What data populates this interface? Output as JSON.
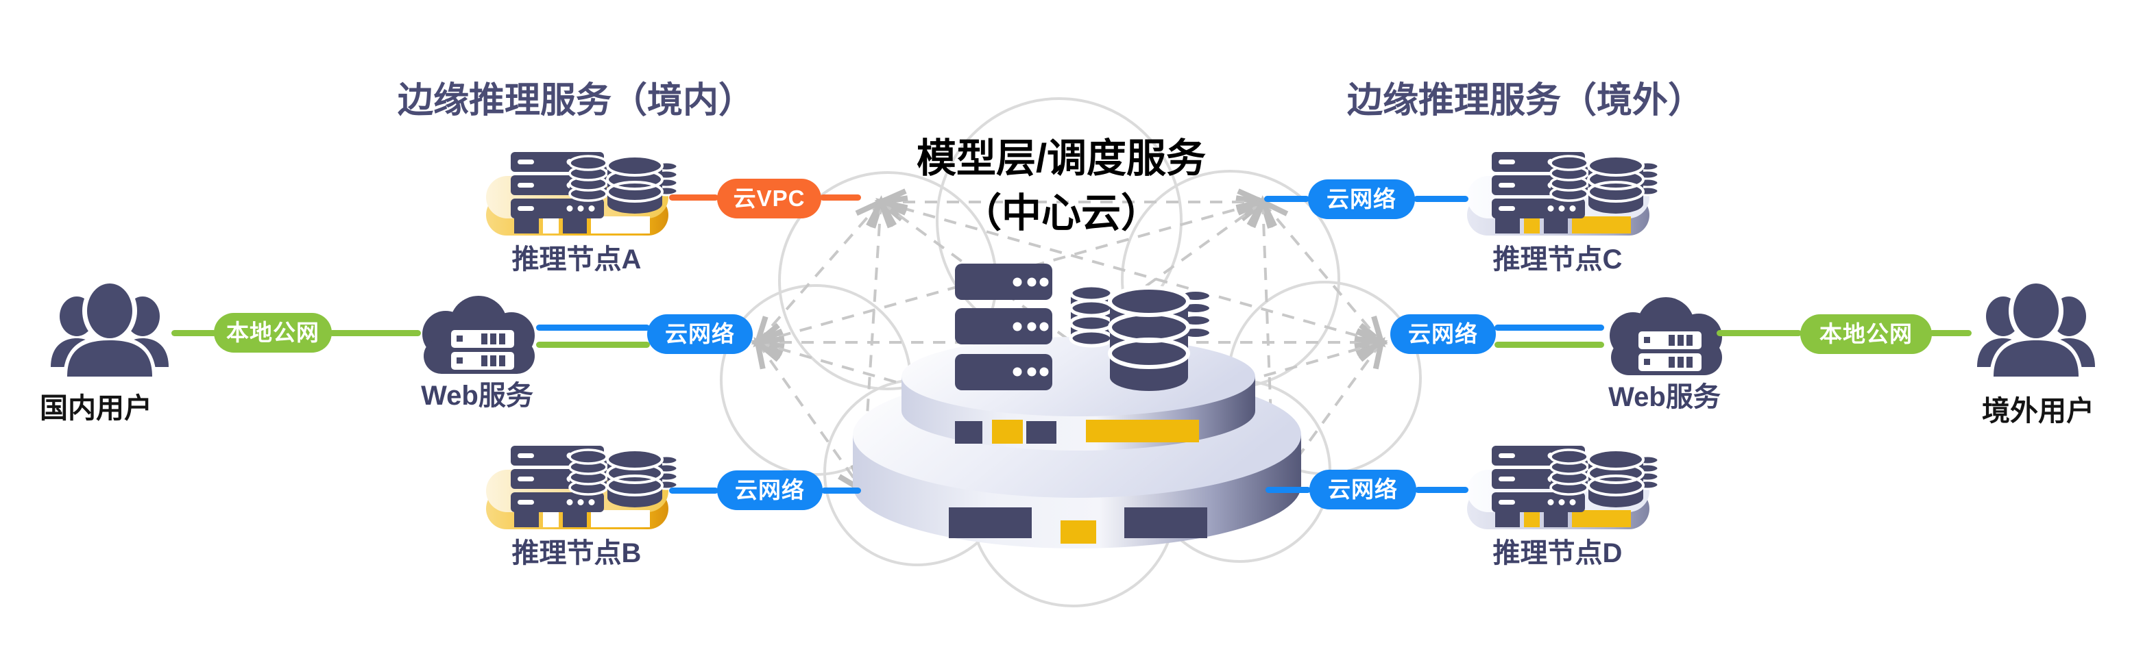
{
  "title": {
    "line1": "模型层/调度服务",
    "line2": "（中心云）"
  },
  "headers": {
    "left": "边缘推理服务（境内）",
    "right": "边缘推理服务（境外）"
  },
  "actors": {
    "domestic": "国内用户",
    "overseas": "境外用户"
  },
  "web": {
    "left": "Web服务",
    "right": "Web服务"
  },
  "nodes": {
    "a": "推理节点A",
    "b": "推理节点B",
    "c": "推理节点C",
    "d": "推理节点D"
  },
  "links": {
    "local_public_left": "本地公网",
    "cloud_vpc": "云VPC",
    "cloud_net_left_mid": "云网络",
    "cloud_net_left_bottom": "云网络",
    "cloud_net_right_top": "云网络",
    "cloud_net_right_mid": "云网络",
    "cloud_net_right_bottom": "云网络",
    "local_public_right": "本地公网"
  },
  "colors": {
    "green": "#8AC43F",
    "blue": "#1487F5",
    "orange": "#F96A2E",
    "navy": "#464869",
    "gold": "#F0B90B",
    "header_purple": "#4A4C74",
    "label_navy": "#3F4269",
    "title_black": "#000000",
    "cloud_outline": "#DBDBDB",
    "mesh_gray": "#C8C8C8"
  }
}
